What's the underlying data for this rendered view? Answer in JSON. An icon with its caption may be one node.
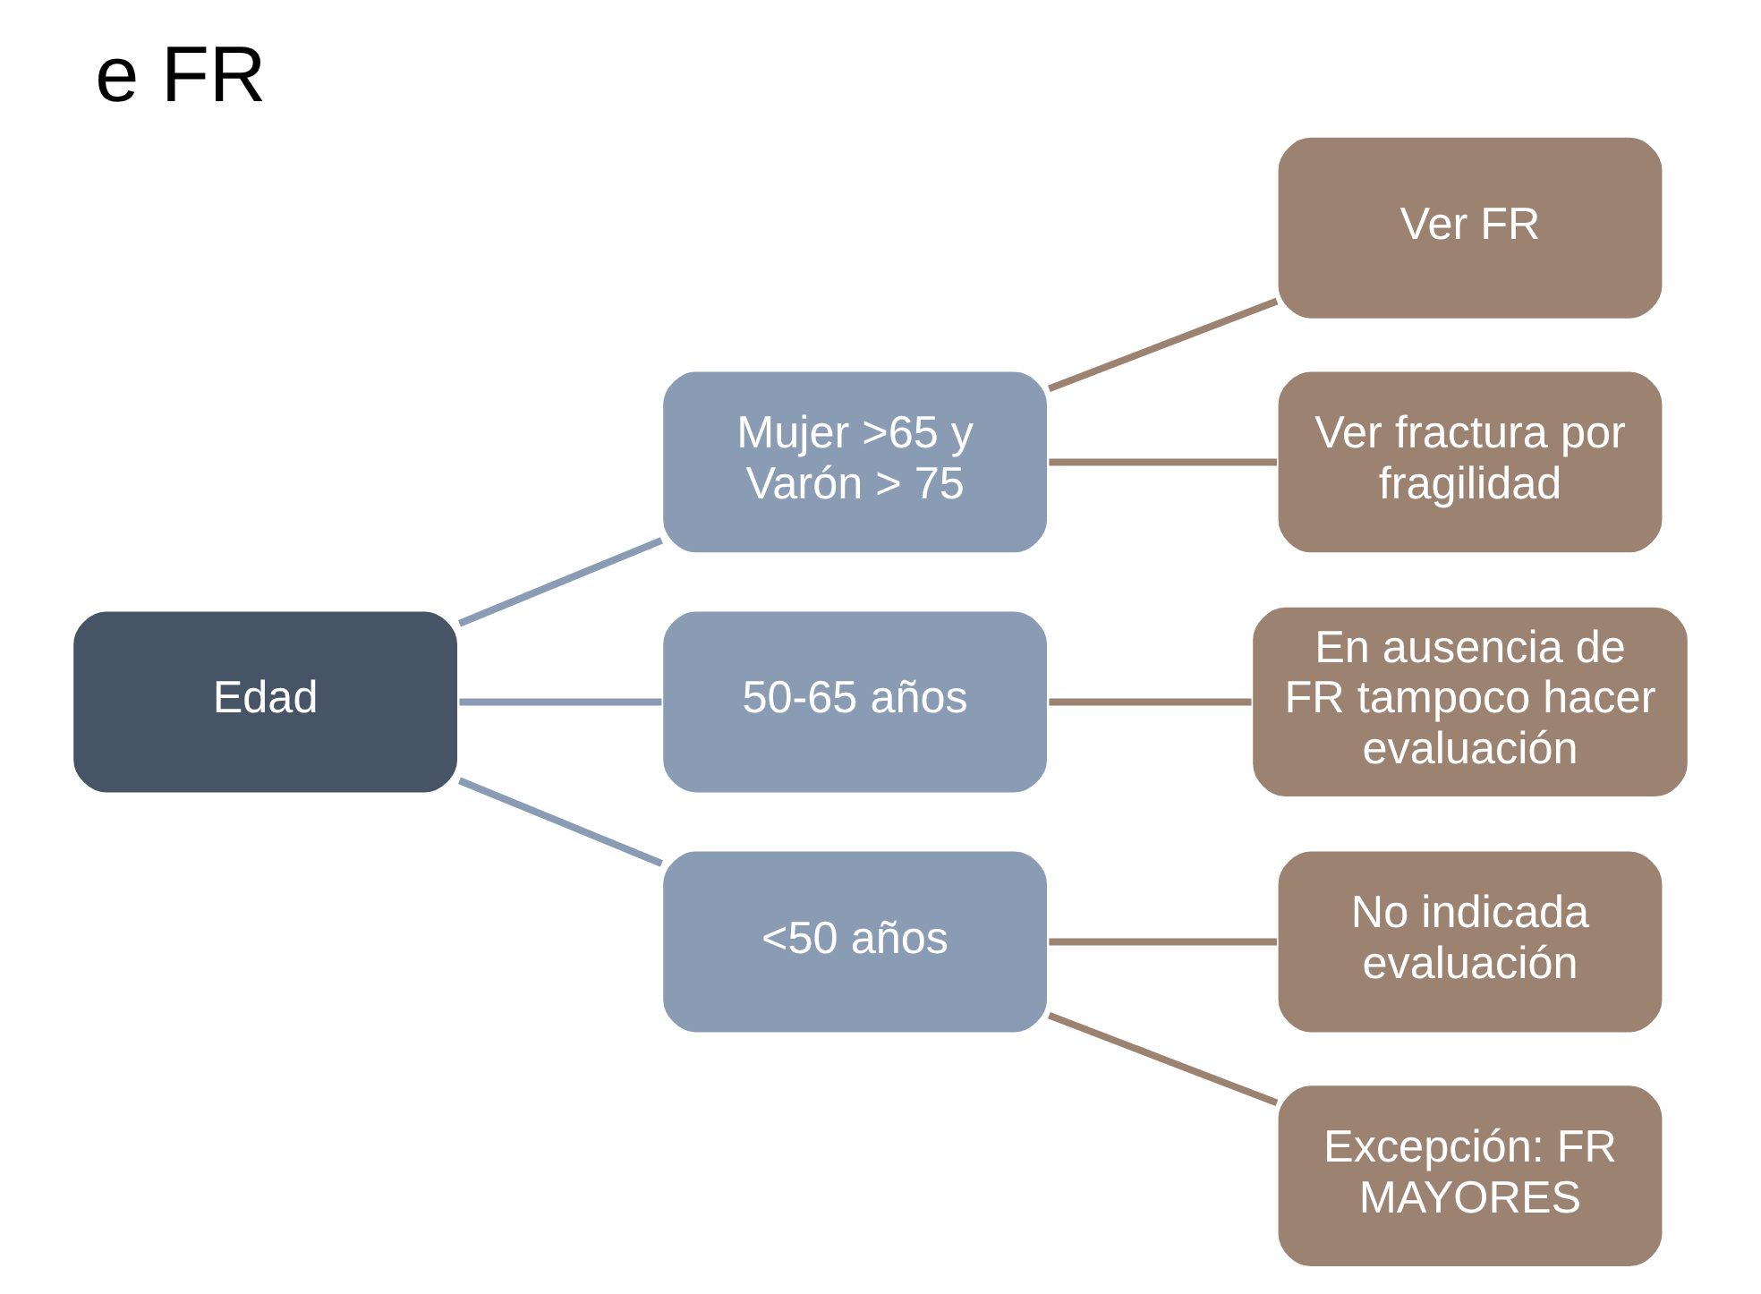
{
  "diagram": {
    "title": "e FR",
    "nodes": [
      {
        "text": [
          "Edad"
        ]
      },
      {
        "text": [
          "Mujer >65 y Varón > 75"
        ]
      },
      {
        "text": [
          "50-65 años"
        ]
      },
      {
        "text": [
          "<50 años"
        ]
      },
      {
        "text": [
          "Ver FR"
        ]
      },
      {
        "text": [
          "Ver fractura por fragilidad"
        ]
      },
      {
        "text": [
          "En ausencia de FR tampoco hacer evaluación"
        ]
      },
      {
        "text": [
          "No indicada evaluación"
        ]
      },
      {
        "text": [
          "Excepción: FR MAYORES"
        ]
      }
    ],
    "edges": [
      {
        "from": 0,
        "to": 1,
        "arrow": "none"
      },
      {
        "from": 0,
        "to": 2,
        "arrow": "none"
      },
      {
        "from": 0,
        "to": 3,
        "arrow": "none"
      },
      {
        "from": 1,
        "to": 4,
        "arrow": "none",
        "color": "#9c8271"
      },
      {
        "from": 1,
        "to": 5,
        "arrow": "none",
        "color": "#9c8271"
      },
      {
        "from": 2,
        "to": 6,
        "arrow": "none",
        "color": "#9c8271"
      },
      {
        "from": 3,
        "to": 7,
        "arrow": "none",
        "color": "#9c8271"
      },
      {
        "from": 3,
        "to": 8,
        "arrow": "none",
        "color": "#9c8271"
      }
    ]
  }
}
